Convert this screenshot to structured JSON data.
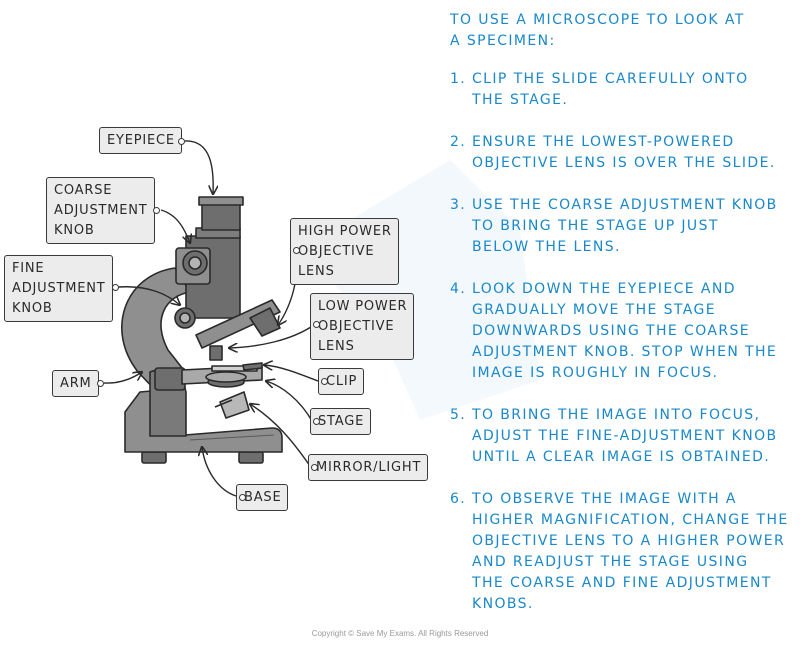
{
  "instructions": {
    "title": "TO USE A MICROSCOPE TO LOOK AT\nA SPECIMEN:",
    "steps": [
      {
        "num": "1.",
        "text": "CLIP THE SLIDE CAREFULLY ONTO\nTHE STAGE."
      },
      {
        "num": "2.",
        "text": "ENSURE THE LOWEST-POWERED\nOBJECTIVE LENS IS OVER THE SLIDE."
      },
      {
        "num": "3.",
        "text": "USE THE COARSE ADJUSTMENT KNOB\nTO BRING THE STAGE UP JUST\nBELOW THE LENS."
      },
      {
        "num": "4.",
        "text": "LOOK DOWN THE EYEPIECE AND\nGRADUALLY MOVE THE STAGE\nDOWNWARDS USING THE COARSE\nADJUSTMENT KNOB. STOP WHEN THE\nIMAGE IS ROUGHLY IN FOCUS."
      },
      {
        "num": "5.",
        "text": "TO BRING THE IMAGE INTO FOCUS,\nADJUST THE FINE-ADJUSTMENT KNOB\nUNTIL A CLEAR IMAGE IS OBTAINED."
      },
      {
        "num": "6.",
        "text": "TO OBSERVE THE IMAGE WITH A\nHIGHER MAGNIFICATION, CHANGE THE\nOBJECTIVE LENS TO A HIGHER POWER\nAND READJUST THE STAGE USING\nTHE COARSE AND FINE ADJUSTMENT\nKNOBS."
      }
    ]
  },
  "labels": {
    "eyepiece": "EYEPIECE",
    "coarse_adjustment": "COARSE\nADJUSTMENT\nKNOB",
    "fine_adjustment": "FINE\nADJUSTMENT\nKNOB",
    "high_power_objective": "HIGH POWER\nOBJECTIVE\nLENS",
    "low_power_objective": "LOW POWER\nOBJECTIVE\nLENS",
    "arm": "ARM",
    "clip": "CLIP",
    "stage": "STAGE",
    "mirror_light": "MIRROR/LIGHT",
    "base": "BASE"
  },
  "footer": {
    "copyright": "Copyright © Save My Exams. All Rights Reserved"
  },
  "colors": {
    "instruction_text": "#1a88c9",
    "microscope_dark": "#6e6e6e",
    "microscope_mid": "#8f8f8f",
    "microscope_light": "#b4b4b4",
    "label_fill": "#ececec"
  }
}
